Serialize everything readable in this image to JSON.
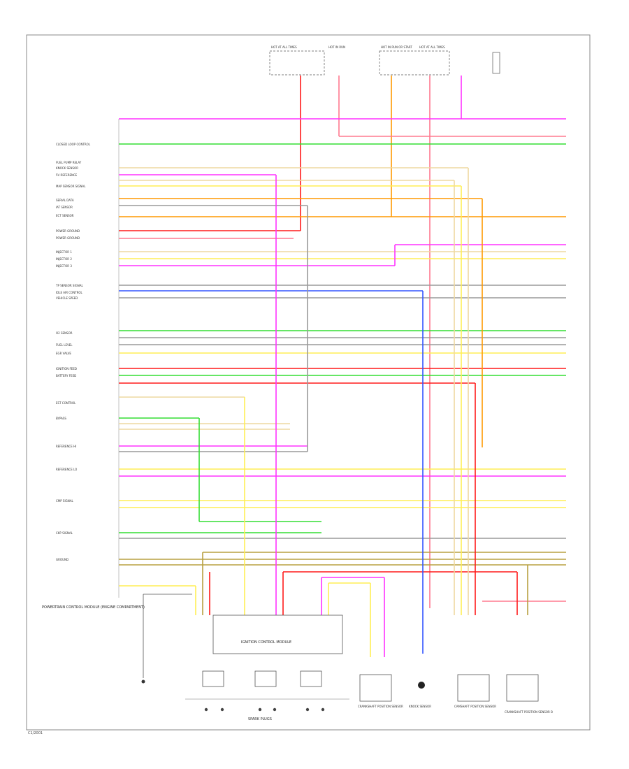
{
  "footer_code": "C1/2001",
  "connector_label": "SPARK PLUGS",
  "module_title": "IGNITION CONTROL MODULE",
  "pcm_label": "POWERTRAIN CONTROL MODULE (ENGINE COMPARTMENT)",
  "bottom_components": [
    "CRANKSHAFT POSITION SENSOR",
    "KNOCK SENSOR",
    "CAMSHAFT POSITION SENSOR",
    "CRANKSHAFT POSITION SENSOR B"
  ],
  "top_fuse_blocks": [
    "HOT AT ALL TIMES",
    "HOT IN RUN",
    "HOT IN RUN OR START",
    "HOT AT ALL TIMES"
  ],
  "pin_labels": [
    "CLOSED LOOP CONTROL",
    "FUEL PUMP RELAY",
    "KNOCK SENSOR",
    "5V REFERENCE",
    "MAP SENSOR SIGNAL",
    "SERIAL DATA",
    "IAT SENSOR",
    "ECT SENSOR",
    "POWER GROUND",
    "POWER GROUND",
    "INJECTOR 1",
    "INJECTOR 2",
    "INJECTOR 3",
    "TP SENSOR SIGNAL",
    "IDLE AIR CONTROL",
    "VEHICLE SPEED",
    "O2 SENSOR",
    "FUEL LEVEL",
    "EGR VALVE",
    "IGNITION FEED",
    "BATTERY FEED",
    "EST CONTROL",
    "BYPASS",
    "REFERENCE HI",
    "REFERENCE LO",
    "CMP SIGNAL",
    "CKP SIGNAL",
    "GROUND"
  ],
  "colors": {
    "red": "#ff1a1a",
    "pink": "#ff7a8f",
    "magenta": "#ff33ff",
    "green": "#33dd33",
    "orange": "#ff9900",
    "yellow": "#ffee55",
    "tan": "#eed9a0",
    "gray": "#9a9a9a",
    "blue": "#3355ff",
    "olive": "#b8a040",
    "border": "#888888"
  }
}
